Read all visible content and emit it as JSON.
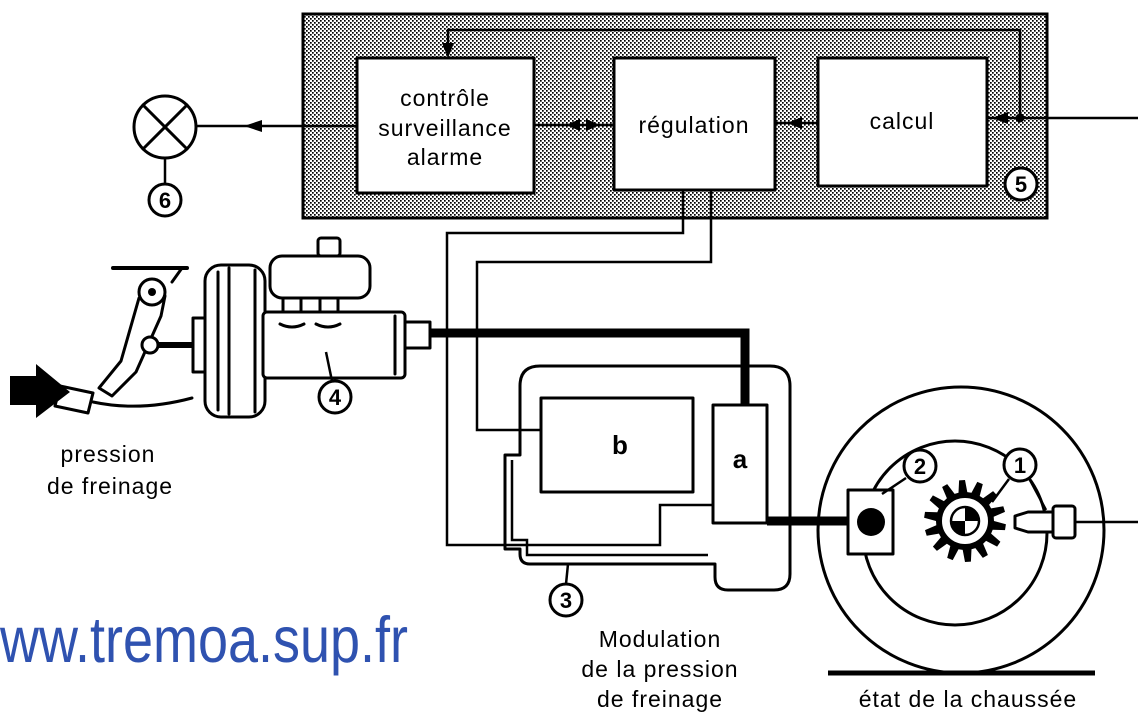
{
  "diagram": {
    "ecu": {
      "number": "5",
      "control_block": {
        "lines": [
          "contrôle",
          "surveillance",
          "alarme"
        ]
      },
      "regulation_block": {
        "label": "régulation"
      },
      "calculation_block": {
        "label": "calcul"
      }
    },
    "warning_lamp": {
      "number": "6",
      "icon": "lamp-cross-icon"
    },
    "brake_pedal": {
      "label_lines": [
        "pression",
        "de freinage"
      ],
      "icon": "push-arrow-icon"
    },
    "master_cylinder": {
      "number": "4"
    },
    "modulator": {
      "number": "3",
      "valve_label": "a",
      "pump_label": "b",
      "label_lines": [
        "Modulation",
        "de la pression",
        "de freinage"
      ]
    },
    "wheel": {
      "caliper_number": "2",
      "sensor_number": "1",
      "road_label": "état de la chaussée",
      "icon": "tone-wheel-icon"
    }
  },
  "watermark": {
    "text": "ww.tremoa.sup.fr"
  },
  "colors": {
    "ink": "#000000",
    "paper": "#ffffff",
    "watermark": "#2f52b0"
  }
}
